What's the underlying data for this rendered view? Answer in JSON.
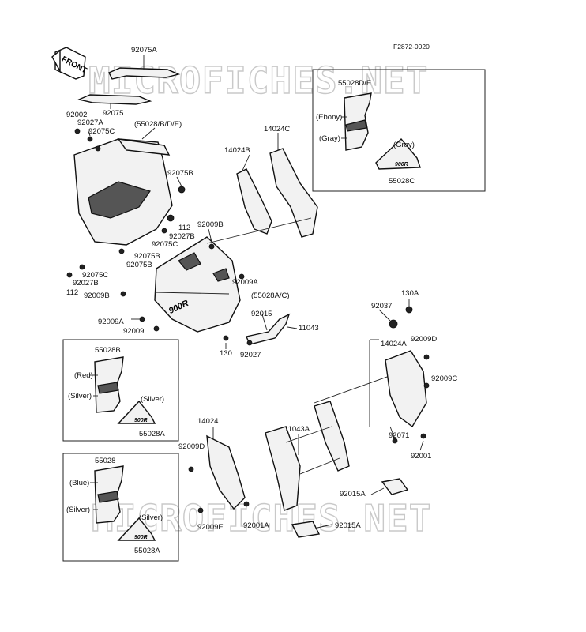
{
  "ref_code": "F2872-0020",
  "front_label": "FRONT",
  "watermark": "MICROFICHES.NET",
  "badge_text": "900R",
  "main_labels": [
    {
      "id": "92075A",
      "text": "92075A"
    },
    {
      "id": "92075",
      "text": "92075"
    },
    {
      "id": "92002",
      "text": "92002"
    },
    {
      "id": "92027A",
      "text": "92027A"
    },
    {
      "id": "92075C_top",
      "text": "92075C"
    },
    {
      "id": "55028BDE",
      "text": "(55028/B/D/E)"
    },
    {
      "id": "92075B_top",
      "text": "92075B"
    },
    {
      "id": "14024B",
      "text": "14024B"
    },
    {
      "id": "14024C",
      "text": "14024C"
    },
    {
      "id": "92009B_top",
      "text": "92009B"
    },
    {
      "id": "112_a",
      "text": "112"
    },
    {
      "id": "92027B_a",
      "text": "92027B"
    },
    {
      "id": "92075C_mid",
      "text": "92075C"
    },
    {
      "id": "92075B_mid",
      "text": "92075B"
    },
    {
      "id": "92075B_mid2",
      "text": "92075B"
    },
    {
      "id": "92075C_left",
      "text": "92075C"
    },
    {
      "id": "92027B_b",
      "text": "92027B"
    },
    {
      "id": "112_b",
      "text": "112"
    },
    {
      "id": "92009B_left",
      "text": "92009B"
    },
    {
      "id": "92009A_right",
      "text": "92009A"
    },
    {
      "id": "55028AC",
      "text": "(55028A/C)"
    },
    {
      "id": "92009A_left",
      "text": "92009A"
    },
    {
      "id": "92009",
      "text": "92009"
    },
    {
      "id": "92015",
      "text": "92015"
    },
    {
      "id": "11043",
      "text": "11043"
    },
    {
      "id": "130",
      "text": "130"
    },
    {
      "id": "92027",
      "text": "92027"
    },
    {
      "id": "92037",
      "text": "92037"
    },
    {
      "id": "130A",
      "text": "130A"
    },
    {
      "id": "14024A",
      "text": "14024A"
    },
    {
      "id": "92009D_right",
      "text": "92009D"
    },
    {
      "id": "92009C",
      "text": "92009C"
    },
    {
      "id": "14024",
      "text": "14024"
    },
    {
      "id": "11043A",
      "text": "11043A"
    },
    {
      "id": "92071",
      "text": "92071"
    },
    {
      "id": "92009D_left",
      "text": "92009D"
    },
    {
      "id": "92001",
      "text": "92001"
    },
    {
      "id": "92015A_a",
      "text": "92015A"
    },
    {
      "id": "92009E",
      "text": "92009E"
    },
    {
      "id": "92001A",
      "text": "92001A"
    },
    {
      "id": "92015A_b",
      "text": "92015A"
    }
  ],
  "insets": [
    {
      "id": "top_right",
      "part": "55028D/E",
      "upper_color": "(Ebony)",
      "lower_color": "(Gray)",
      "badge_color": "(Gray)",
      "badge_part": "55028C"
    },
    {
      "id": "mid_left",
      "part": "55028B",
      "upper_color": "(Red)",
      "lower_color": "(Silver)",
      "badge_color": "(Silver)",
      "badge_part": "55028A"
    },
    {
      "id": "bottom_left",
      "part": "55028",
      "upper_color": "(Blue)",
      "lower_color": "(Silver)",
      "badge_color": "(Silver)",
      "badge_part": "55028A"
    }
  ]
}
